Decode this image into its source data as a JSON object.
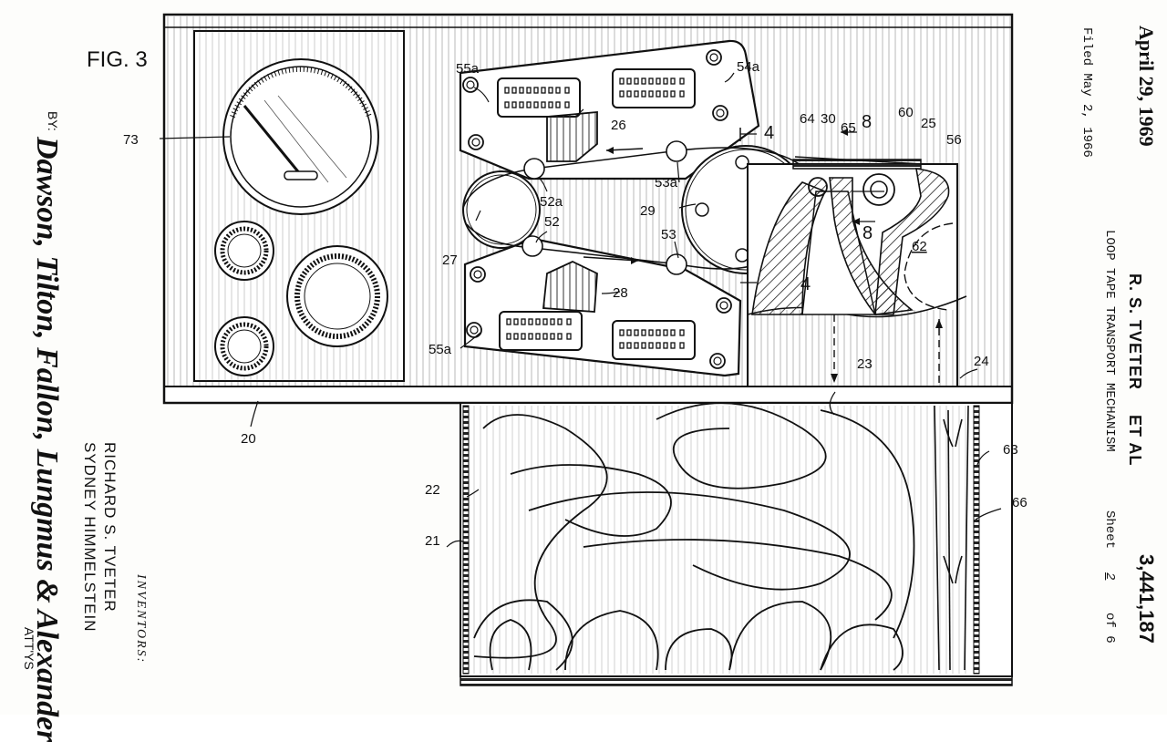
{
  "figure": {
    "title": "FIG. 3"
  },
  "header": {
    "date": "April 29, 1969",
    "filed": "Filed May 2, 1966",
    "inventor_header": "R. S. TVETER",
    "et_al": "ET AL",
    "title": "LOOP TAPE TRANSPORT MECHANISM",
    "sheet_prefix": "Sheet",
    "sheet_number": "2",
    "sheet_of": "of 6",
    "patent_number": "3,441,187"
  },
  "inventors": {
    "title": "INVENTORS:",
    "names": [
      "RICHARD S. TVETER",
      "SYDNEY HIMMELSTEIN"
    ]
  },
  "attorneys": {
    "by": "BY:",
    "signature": "Dawson, Tilton, Fallon, Lungmus & Alexander",
    "suffix": "ATT'YS"
  },
  "reference_labels": {
    "r73": "73",
    "r55a_top": "55a",
    "r54a": "54a",
    "r26": "26",
    "r4_top": "4",
    "r64": "64",
    "r30": "30",
    "r65": "65",
    "r8_top": "8",
    "r60": "60",
    "r25": "25",
    "r56": "56",
    "r53a": "53a",
    "r52a": "52a",
    "r29": "29",
    "r8_bottom": "8",
    "r62": "62",
    "r27": "27",
    "r52": "52",
    "r53": "53",
    "r28": "28",
    "r4_bottom": "4",
    "r55a_bottom": "55a",
    "r23": "23",
    "r24": "24",
    "r20": "20",
    "r63": "63",
    "r22": "22",
    "r66": "66",
    "r21": "21"
  }
}
